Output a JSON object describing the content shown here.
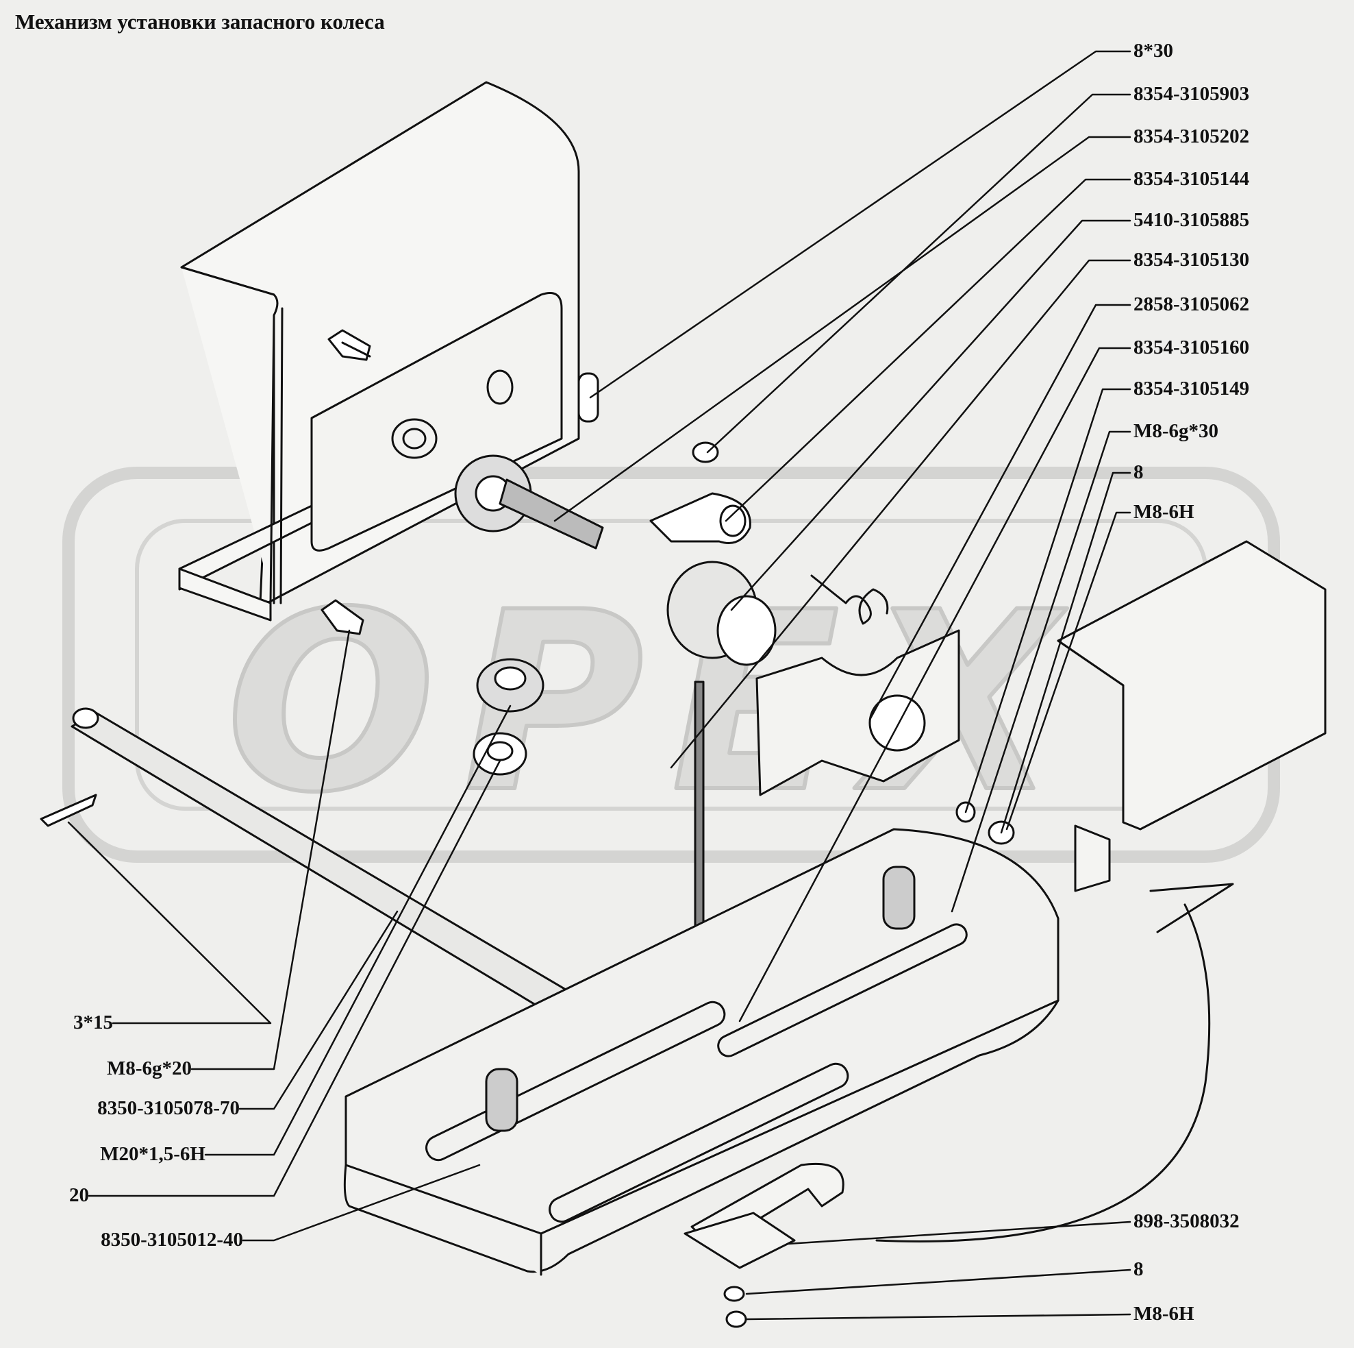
{
  "title": "Механизм установки запасного колеса",
  "watermark": "OPEX",
  "callouts_right": [
    {
      "id": "r1",
      "text": "8*30"
    },
    {
      "id": "r2",
      "text": "8354-3105903"
    },
    {
      "id": "r3",
      "text": "8354-3105202"
    },
    {
      "id": "r4",
      "text": "8354-3105144"
    },
    {
      "id": "r5",
      "text": "5410-3105885"
    },
    {
      "id": "r6",
      "text": "8354-3105130"
    },
    {
      "id": "r7",
      "text": "2858-3105062"
    },
    {
      "id": "r8",
      "text": "8354-3105160"
    },
    {
      "id": "r9",
      "text": "8354-3105149"
    },
    {
      "id": "r10",
      "text": "M8-6g*30"
    },
    {
      "id": "r11",
      "text": "8"
    },
    {
      "id": "r12",
      "text": "M8-6H"
    },
    {
      "id": "r13",
      "text": "898-3508032"
    },
    {
      "id": "r14",
      "text": "8"
    },
    {
      "id": "r15",
      "text": "M8-6H"
    }
  ],
  "callouts_left": [
    {
      "id": "l1",
      "text": "3*15"
    },
    {
      "id": "l2",
      "text": "M8-6g*20"
    },
    {
      "id": "l3",
      "text": "8350-3105078-70"
    },
    {
      "id": "l4",
      "text": "M20*1,5-6H"
    },
    {
      "id": "l5",
      "text": "20"
    },
    {
      "id": "l6",
      "text": "8350-3105012-40"
    }
  ],
  "colors": {
    "ink": "#111111",
    "background": "#efefed",
    "watermark": "#d8d8d6"
  }
}
